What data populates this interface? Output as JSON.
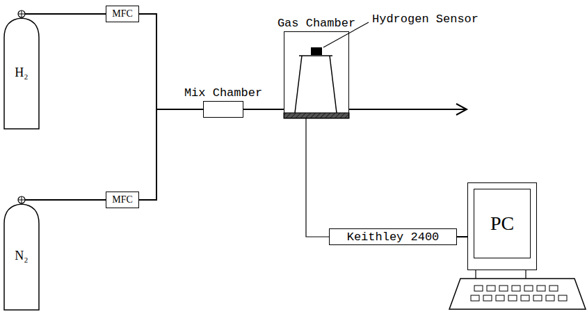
{
  "diagram": {
    "nodes": [
      {
        "text": [
          "H₂"
        ]
      },
      {
        "text": [
          "MFC"
        ]
      },
      {
        "text": [
          "N₂"
        ]
      },
      {
        "text": [
          "MFC"
        ]
      },
      {
        "text": [
          "Mix Chamber"
        ]
      },
      {
        "text": [
          "Gas Chamber"
        ]
      },
      {
        "text": [
          "Keithley 2400"
        ]
      },
      {
        "text": [
          "PC"
        ]
      }
    ],
    "edges": [
      {
        "from": 0,
        "to": 1,
        "arrow": "none"
      },
      {
        "from": 2,
        "to": 3,
        "arrow": "none"
      },
      {
        "from": 1,
        "to": 4,
        "arrow": "none"
      },
      {
        "from": 3,
        "to": 4,
        "arrow": "none"
      },
      {
        "from": 4,
        "to": 5,
        "arrow": "none"
      },
      {
        "from": 5,
        "to": 6,
        "arrow": "none"
      },
      {
        "from": 6,
        "to": 7,
        "arrow": "none"
      }
    ],
    "labels": [
      "Hydrogen Sensor"
    ]
  }
}
